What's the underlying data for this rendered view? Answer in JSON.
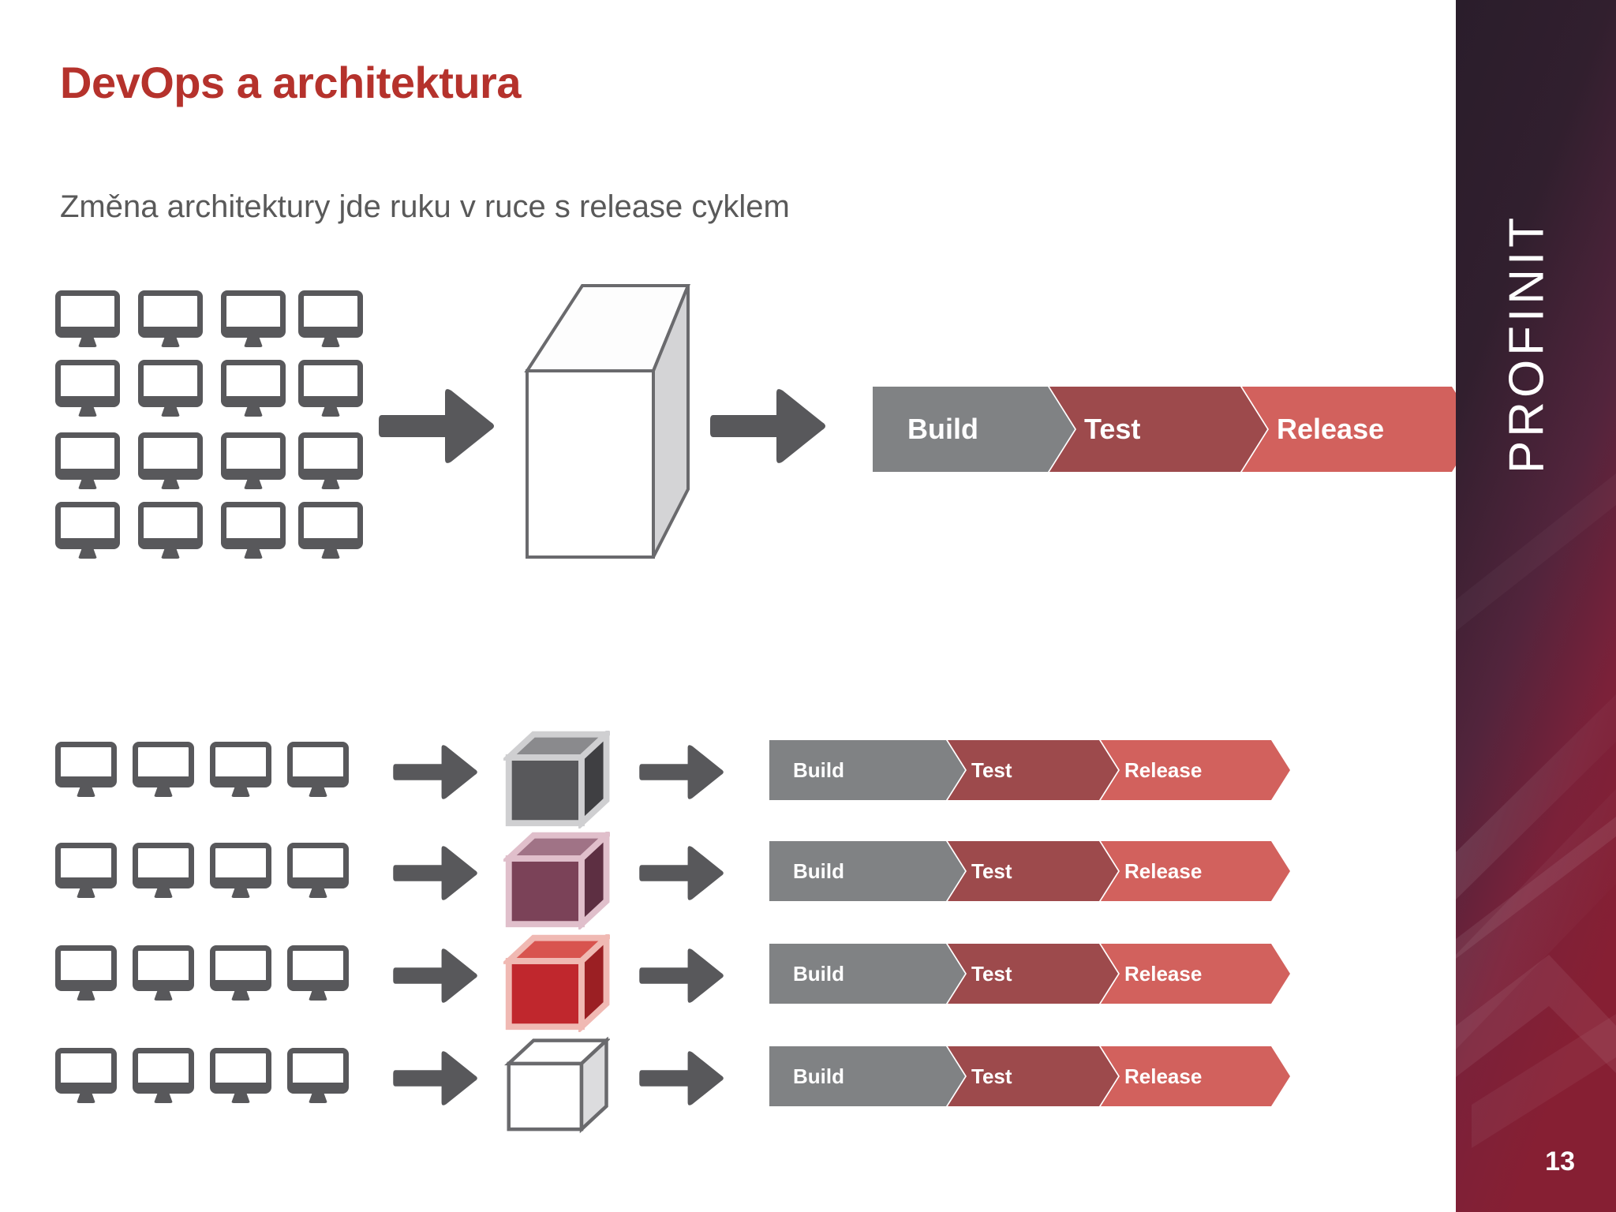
{
  "slide": {
    "title": "DevOps a architektura",
    "subtitle": "Změna architektury jde ruku v ruce s release cyklem",
    "page_number": "13",
    "brand": "PROFINIT"
  },
  "colors": {
    "title_red": "#b5322c",
    "subtitle_gray": "#595959",
    "icon_gray": "#58585b",
    "arrow_gray": "#58585b",
    "build_gray": "#808284",
    "test_dark_red": "#9d4a4c",
    "release_red": "#d2615d",
    "sidebar_plum": "#2a1d2b",
    "sidebar_crimson": "#8d2038",
    "cube_gray": "#58585b",
    "cube_purple": "#7b4258",
    "cube_red": "#c0272d",
    "cube_white": "#ffffff"
  },
  "pipeline_stages": [
    {
      "label": "Build",
      "color": "#808284"
    },
    {
      "label": "Test",
      "color": "#9d4a4c"
    },
    {
      "label": "Release",
      "color": "#d2615d"
    }
  ],
  "top_section": {
    "monitor_grid": {
      "rows": 4,
      "cols": 4,
      "total": 16
    },
    "monolith": {
      "shape": "tall-3d-box",
      "fill": "#ffffff",
      "side_fill": "#d4d4d6",
      "stroke": "#6a6a6d"
    },
    "arrows": 2,
    "pipeline": {
      "stages": [
        {
          "label": "Build",
          "color": "#808284"
        },
        {
          "label": "Test",
          "color": "#9d4a4c"
        },
        {
          "label": "Release",
          "color": "#d2615d"
        }
      ]
    }
  },
  "bottom_section": {
    "rows": [
      {
        "monitors": 4,
        "cube": {
          "name": "cube-gray",
          "front": "#58585b",
          "top": "#8a8a8d",
          "side": "#3f3f42",
          "border": "#cfcfd1"
        },
        "pipeline": [
          {
            "label": "Build",
            "color": "#808284"
          },
          {
            "label": "Test",
            "color": "#9d4a4c"
          },
          {
            "label": "Release",
            "color": "#d2615d"
          }
        ]
      },
      {
        "monitors": 4,
        "cube": {
          "name": "cube-purple",
          "front": "#7b4258",
          "top": "#a07386",
          "side": "#5d2f42",
          "border": "#e0bfcb"
        },
        "pipeline": [
          {
            "label": "Build",
            "color": "#808284"
          },
          {
            "label": "Test",
            "color": "#9d4a4c"
          },
          {
            "label": "Release",
            "color": "#d2615d"
          }
        ]
      },
      {
        "monitors": 4,
        "cube": {
          "name": "cube-red",
          "front": "#c0272d",
          "top": "#d8544f",
          "side": "#9b1f23",
          "border": "#f0b9b3"
        },
        "pipeline": [
          {
            "label": "Build",
            "color": "#808284"
          },
          {
            "label": "Test",
            "color": "#9d4a4c"
          },
          {
            "label": "Release",
            "color": "#d2615d"
          }
        ]
      },
      {
        "monitors": 4,
        "cube": {
          "name": "cube-white",
          "front": "#ffffff",
          "top": "#ffffff",
          "side": "#dcdcde",
          "border": "#6a6a6d"
        },
        "pipeline": [
          {
            "label": "Build",
            "color": "#808284"
          },
          {
            "label": "Test",
            "color": "#9d4a4c"
          },
          {
            "label": "Release",
            "color": "#d2615d"
          }
        ]
      }
    ]
  }
}
